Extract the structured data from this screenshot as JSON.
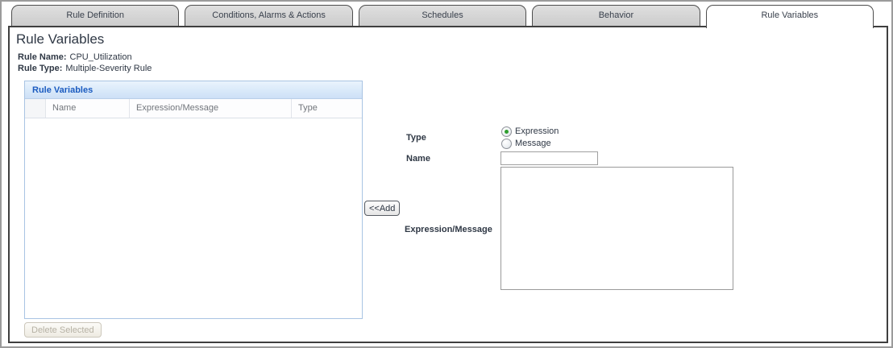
{
  "tabs": [
    {
      "label": "Rule Definition",
      "active": false
    },
    {
      "label": "Conditions, Alarms & Actions",
      "active": false
    },
    {
      "label": "Schedules",
      "active": false
    },
    {
      "label": "Behavior",
      "active": false
    },
    {
      "label": "Rule Variables",
      "active": true
    }
  ],
  "header": {
    "title": "Rule Variables",
    "rule_name_label": "Rule Name:",
    "rule_name_value": "CPU_Utilization",
    "rule_type_label": "Rule Type:",
    "rule_type_value": "Multiple-Severity Rule"
  },
  "table": {
    "panel_title": "Rule Variables",
    "columns": [
      "Name",
      "Expression/Message",
      "Type"
    ],
    "rows": [],
    "delete_button_label": "Delete Selected",
    "delete_button_enabled": false
  },
  "form": {
    "type_label": "Type",
    "type_options": [
      {
        "label": "Expression",
        "selected": true
      },
      {
        "label": "Message",
        "selected": false
      }
    ],
    "name_label": "Name",
    "name_value": "",
    "add_button_label": "<<Add",
    "expression_label": "Expression/Message",
    "expression_value": ""
  },
  "colors": {
    "panel_title_text": "#1b5bc0",
    "panel_border": "#a9c4e3",
    "tab_inactive_bg": "#d5d5d5",
    "radio_selected_dot": "#2f9e2f",
    "heading_text": "#2f3845"
  }
}
